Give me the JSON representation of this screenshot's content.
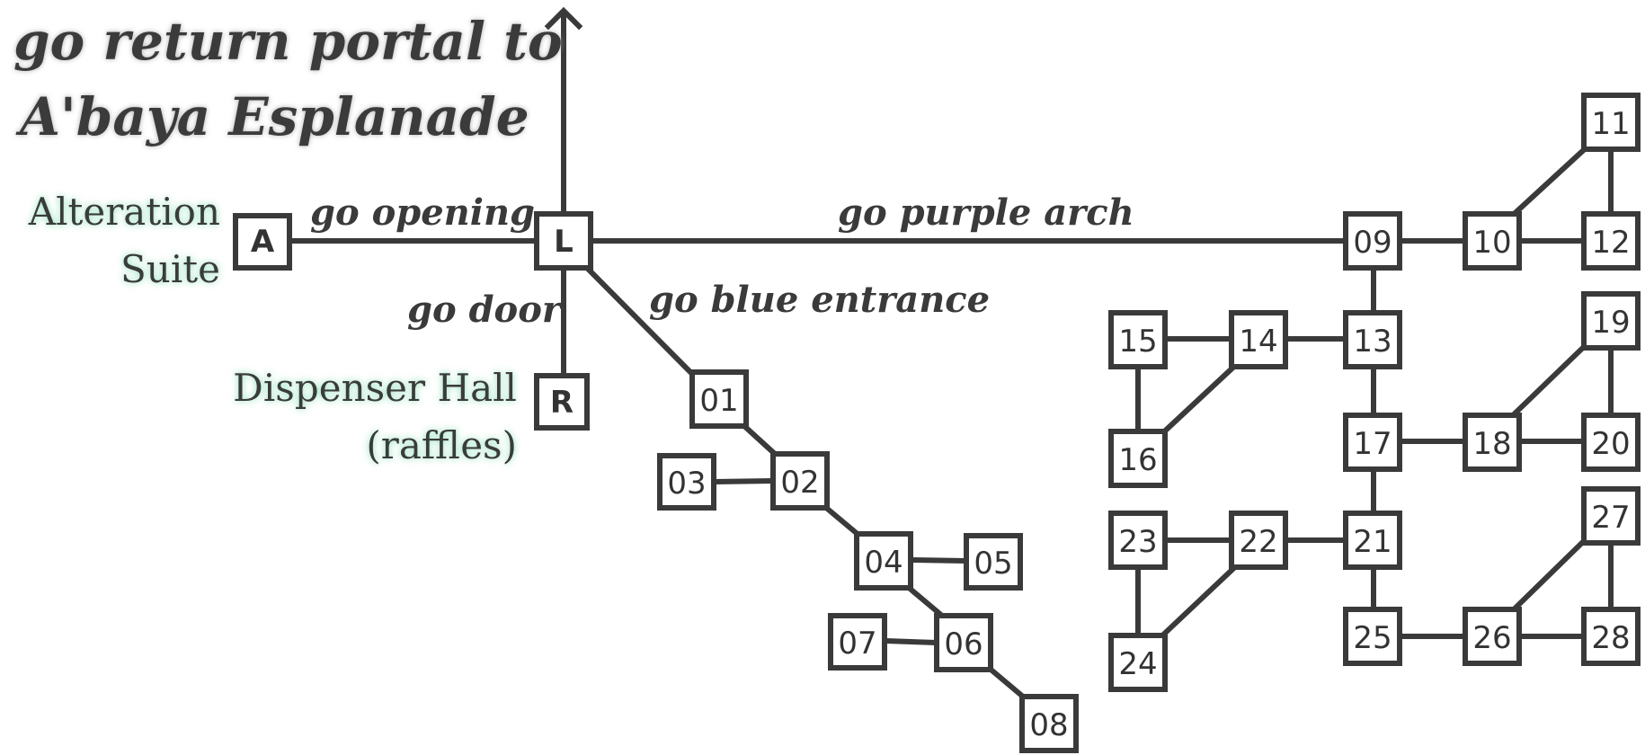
{
  "title_lines": [
    "go return portal to",
    "A'baya Esplanade"
  ],
  "edge_labels": {
    "opening": "go opening",
    "purple_arch": "go purple arch",
    "door": "go door",
    "blue_entrance": "go blue entrance"
  },
  "places": {
    "alteration": [
      "Alteration",
      "Suite"
    ],
    "dispenser": [
      "Dispenser Hall",
      "(raffles)"
    ]
  },
  "rooms": {
    "A": "A",
    "L": "L",
    "R": "R",
    "r01": "01",
    "r02": "02",
    "r03": "03",
    "r04": "04",
    "r05": "05",
    "r06": "06",
    "r07": "07",
    "r08": "08",
    "r09": "09",
    "r10": "10",
    "r11": "11",
    "r12": "12",
    "r13": "13",
    "r14": "14",
    "r15": "15",
    "r16": "16",
    "r17": "17",
    "r18": "18",
    "r19": "19",
    "r20": "20",
    "r21": "21",
    "r22": "22",
    "r23": "23",
    "r24": "24",
    "r25": "25",
    "r26": "26",
    "r27": "27",
    "r28": "28"
  },
  "colors": {
    "line": "#3a3a3a",
    "glow": "#6fd6a6"
  }
}
